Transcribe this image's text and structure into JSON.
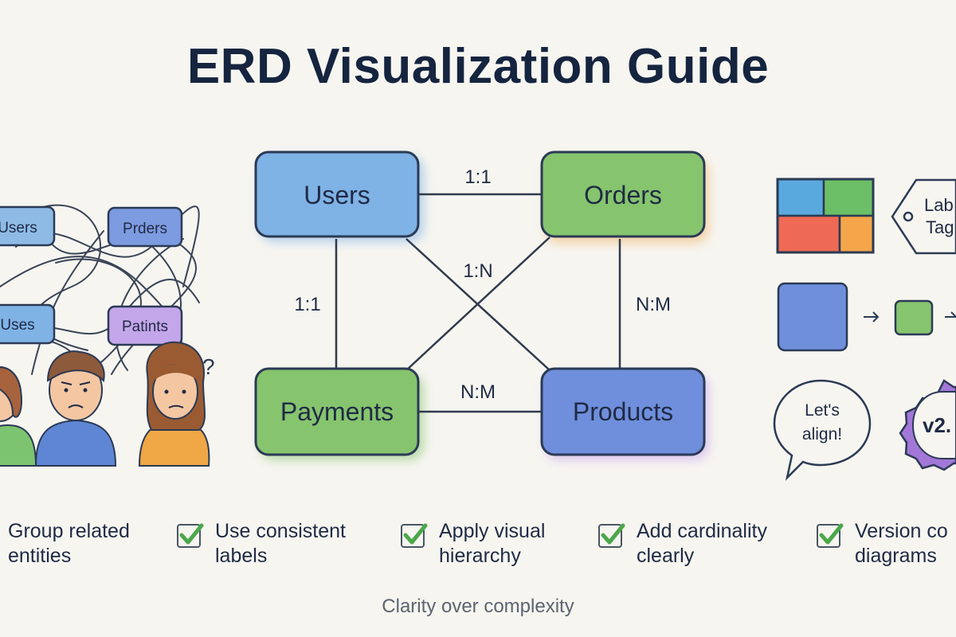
{
  "title": "ERD Visualization Guide",
  "messy_diagram": {
    "entities": [
      "Users",
      "Prders",
      "Uses",
      "Patints"
    ],
    "question_mark": "?"
  },
  "clean_diagram": {
    "entities": {
      "users": "Users",
      "orders": "Orders",
      "payments": "Payments",
      "products": "Products"
    },
    "relationships": {
      "users_orders": "1:1",
      "users_payments": "1:1",
      "cross": "1:N",
      "orders_products": "N:M",
      "payments_products": "N:M"
    },
    "colors": {
      "blue": "#7fb2e5",
      "green": "#86c46e",
      "indigo": "#6f8fdc",
      "purple": "#b79be0"
    }
  },
  "tips_panel": {
    "tag_label_line1": "Lab",
    "tag_label_line2": "Tag",
    "speech_bubble_line1": "Let's",
    "speech_bubble_line2": "align!",
    "version_badge": "v2.",
    "grid_colors": [
      "#5aa9de",
      "#6cbf66",
      "#ee6a55",
      "#f5a64a"
    ]
  },
  "checklist": [
    {
      "label": "Group related\nentities",
      "checked": false
    },
    {
      "label": "Use consistent\nlabels",
      "checked": true
    },
    {
      "label": "Apply visual\nhierarchy",
      "checked": true
    },
    {
      "label": "Add cardinality\nclearly",
      "checked": true
    },
    {
      "label": "Version co\ndiagrams",
      "checked": true
    }
  ],
  "tagline": "Clarity over complexity"
}
